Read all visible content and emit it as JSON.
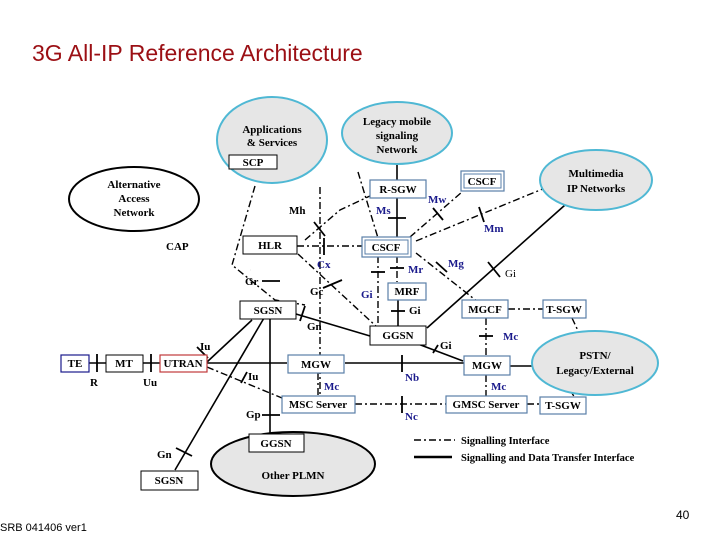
{
  "slide": {
    "title": "3G All-IP Reference Architecture",
    "footer": "SRB 041406 ver1",
    "page_number": "40"
  },
  "colors": {
    "title": "#9b0f14",
    "cloud_fill": "#e6e6e6",
    "cloud_border": "#4fb8d4",
    "node_border_blue": "#5a7fa8",
    "node_border_red": "#c0393b",
    "interface_label_blue": "#1a1a8c"
  },
  "clouds": {
    "applications": "Applications\n& Services",
    "legacy_mobile": "Legacy mobile\nsignaling\nNetwork",
    "alternative_access": "Alternative\nAccess\nNetwork",
    "multimedia_ip": "Multimedia\nIP Networks",
    "pstn": "PSTN/\nLegacy/External",
    "other_plmn": "Other PLMN"
  },
  "nodes": {
    "scp": "SCP",
    "r_sgw": "R-SGW",
    "cscf_top": "CSCF",
    "hlr": "HLR",
    "cscf_main": "CSCF",
    "mrf": "MRF",
    "sgsn": "SGSN",
    "ggsn": "GGSN",
    "mgcf": "MGCF",
    "t_sgw_top": "T-SGW",
    "te": "TE",
    "mt": "MT",
    "utran": "UTRAN",
    "mgw_left": "MGW",
    "mgw_right": "MGW",
    "msc_server": "MSC Server",
    "gmsc_server": "GMSC Server",
    "t_sgw_bottom": "T-SGW",
    "ggsn_plmn": "GGSN",
    "sgsn_plmn": "SGSN"
  },
  "interfaces": {
    "mh": "Mh",
    "ms": "Ms",
    "mw": "Mw",
    "mm": "Mm",
    "cap": "CAP",
    "cx": "Cx",
    "mr": "Mr",
    "mg": "Mg",
    "gi_mm": "Gi",
    "gr": "Gr",
    "gc": "Gc",
    "gi_cscf": "Gi",
    "gi_mrf": "Gi",
    "gn": "Gn",
    "mc_top": "Mc",
    "iu_top": "Iu",
    "gi_mgw": "Gi",
    "r": "R",
    "um": "Uu",
    "iu_bottom": "Iu",
    "mc_left": "Mc",
    "nb": "Nb",
    "mc_right": "Mc",
    "gp": "Gp",
    "nc": "Nc",
    "gn_plmn": "Gn"
  },
  "legend": {
    "signalling": "Signalling Interface",
    "signalling_data": "Signalling and Data Transfer Interface"
  }
}
